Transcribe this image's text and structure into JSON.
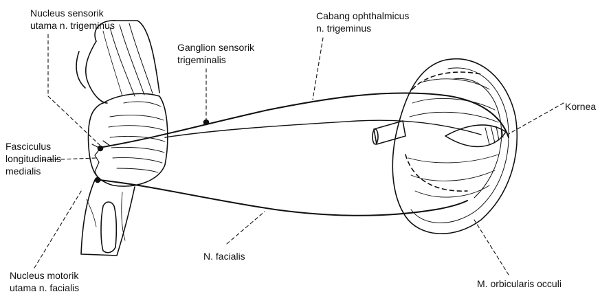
{
  "labels": {
    "nucleus_sensorik": [
      "Nucleus sensorik",
      "utama n. trigeminus"
    ],
    "ganglion": [
      "Ganglion sensorik",
      "trigeminalis"
    ],
    "cabang": [
      "Cabang ophthalmicus",
      "n. trigeminus"
    ],
    "kornea": "Kornea",
    "fasciculus": [
      "Fasciculus",
      "longitudinalis",
      "medialis"
    ],
    "n_facialis": "N. facialis",
    "nucleus_motorik": [
      "Nucleus motorik",
      "utama n. facialis"
    ],
    "orbicularis": "M. orbicularis occuli"
  },
  "colors": {
    "ink": "#111111",
    "background": "#ffffff"
  }
}
